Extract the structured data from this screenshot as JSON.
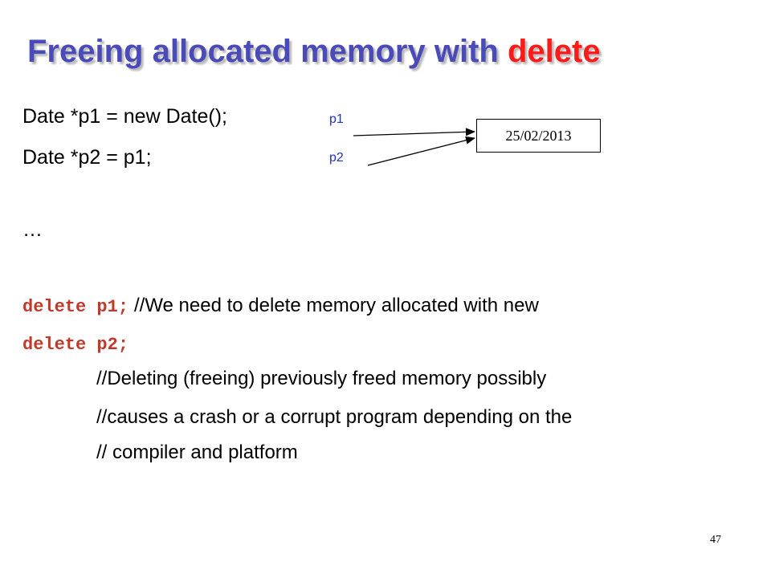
{
  "title": {
    "main": "Freeing allocated memory with",
    "accent": "delete"
  },
  "code": {
    "line1": "Date *p1 = new Date();",
    "line2": "Date *p2 = p1;",
    "ellipsis": "…",
    "delete1": "delete p1;",
    "delete1_comment": "//We need to delete memory allocated with new",
    "delete2": "delete p2;",
    "comment_lines": [
      "//Deleting (freeing) previously freed memory possibly",
      "//causes a crash or a corrupt program depending on the",
      "// compiler and platform"
    ]
  },
  "diagram": {
    "pointer1_label": "p1",
    "pointer2_label": "p2",
    "object_value": "25/02/2013"
  },
  "page_number": "47",
  "colors": {
    "title": "#4a4ab8",
    "accent": "#ff1a1a",
    "code_keyword": "#c0392b",
    "pointer_label": "#2233bb"
  }
}
